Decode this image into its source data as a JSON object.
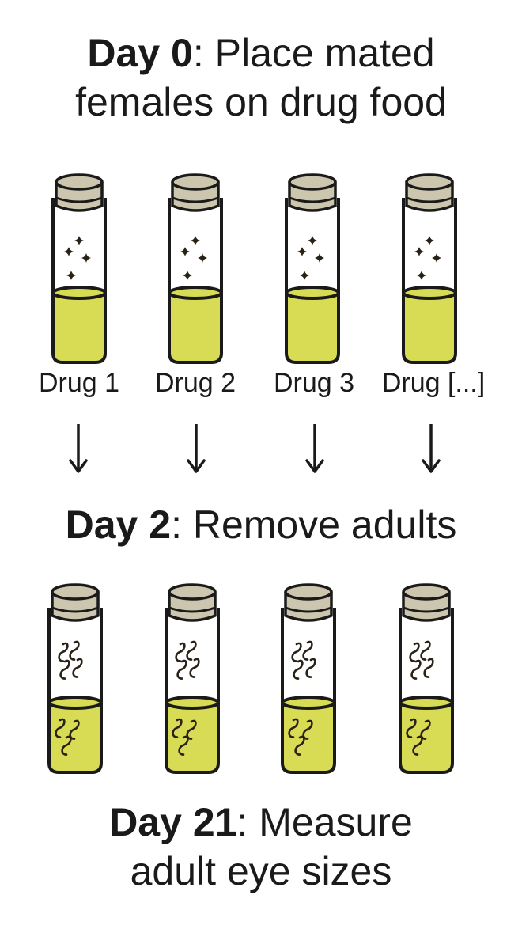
{
  "steps": [
    {
      "day": "Day 0",
      "sep": ":",
      "line1": " Place mated",
      "line2": "females on drug food"
    },
    {
      "day": "Day 2",
      "sep": ":",
      "line1": " Remove adults"
    },
    {
      "day": "Day 21",
      "sep": ":",
      "line1": " Measure",
      "line2": "adult eye sizes"
    }
  ],
  "drugs": [
    "Drug 1",
    "Drug 2",
    "Drug 3",
    "Drug [...]"
  ],
  "colors": {
    "food": "#d8dc55",
    "cap": "#cdc6ae",
    "outline": "#1a1a1a",
    "egg": "#2a2116"
  },
  "icons": {
    "vial": "vial-icon",
    "egg": "egg-sparkle-icon",
    "larva": "larva-squiggle-icon",
    "arrow": "arrow-down-icon"
  }
}
